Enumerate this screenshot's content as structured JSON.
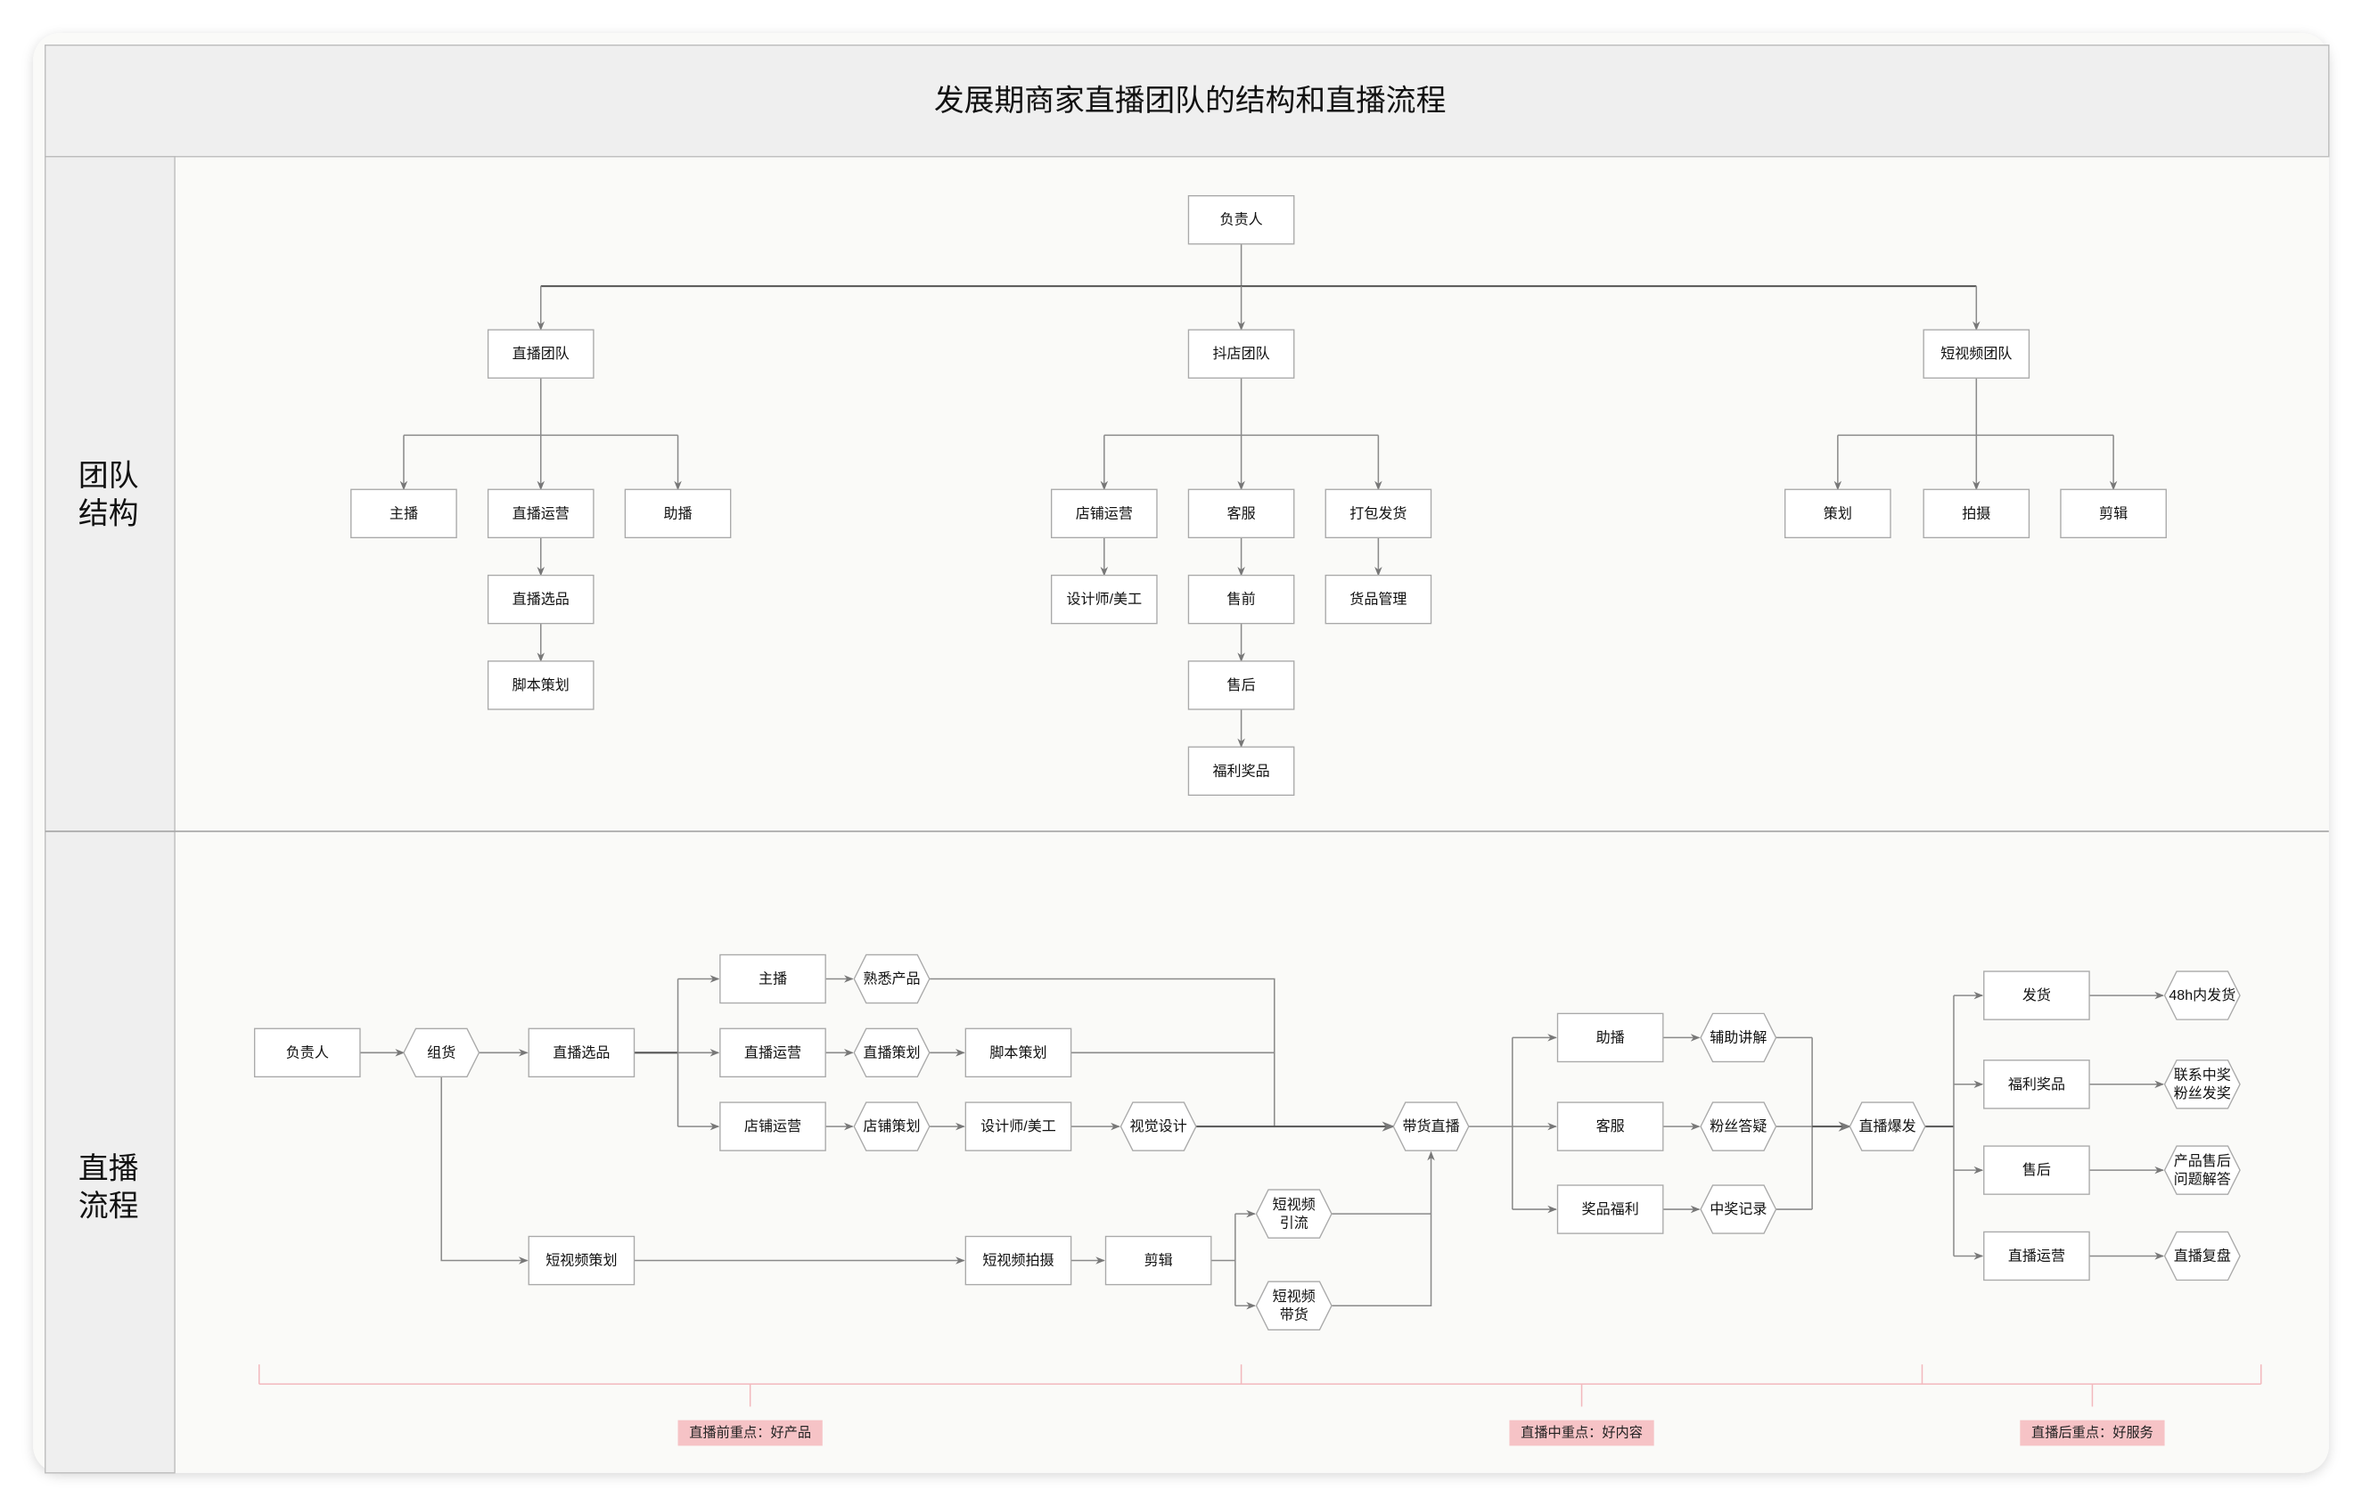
{
  "title": "发展期商家直播团队的结构和直播流程",
  "sections": {
    "structure": [
      "团队",
      "结构"
    ],
    "process": [
      "直播",
      "流程"
    ]
  },
  "structure": {
    "root": "负责人",
    "teams": [
      "直播团队",
      "抖店团队",
      "短视频团队"
    ],
    "live_team": {
      "members": [
        "主播",
        "直播运营",
        "助播"
      ],
      "chain": [
        "直播选品",
        "脚本策划"
      ]
    },
    "shop_team": {
      "members": [
        "店铺运营",
        "客服",
        "打包发货"
      ],
      "sub_ops": "设计师/美工",
      "cs_chain": [
        "售前",
        "售后",
        "福利奖品"
      ],
      "sub_pack": "货品管理"
    },
    "video_team": {
      "members": [
        "策划",
        "拍摄",
        "剪辑"
      ]
    }
  },
  "process": {
    "owner": "负责人",
    "assort": "组货",
    "select": "直播选品",
    "host": "主播",
    "know_product": "熟悉产品",
    "live_ops": "直播运营",
    "live_plan": "直播策划",
    "script": "脚本策划",
    "shop_ops": "店铺运营",
    "shop_plan": "店铺策划",
    "designer": "设计师/美工",
    "visual": "视觉设计",
    "selling_live": "带货直播",
    "video_plan": "短视频策划",
    "video_shoot": "短视频拍摄",
    "edit": "剪辑",
    "video_traffic": [
      "短视频",
      "引流"
    ],
    "video_sell": [
      "短视频",
      "带货"
    ],
    "assist": "助播",
    "assist_explain": "辅助讲解",
    "cs": "客服",
    "fan_qa": "粉丝答疑",
    "prize": "奖品福利",
    "prize_record": "中奖记录",
    "burst": "直播爆发",
    "ship": "发货",
    "ship_48h": "48h内发货",
    "welfare": "福利奖品",
    "welfare_send": [
      "联系中奖",
      "粉丝发奖"
    ],
    "after_sale": "售后",
    "after_sale_qa": [
      "产品售后",
      "问题解答"
    ],
    "ops2": "直播运营",
    "review": "直播复盘"
  },
  "focus": {
    "before": "直播前重点：好产品",
    "during": "直播中重点：好内容",
    "after": "直播后重点：好服务"
  },
  "colors": {
    "header_bg": "#efefef",
    "canvas_bg": "#fafaf8",
    "tag_bg": "#f6c3c6",
    "bracket": "#f2b8bd"
  }
}
